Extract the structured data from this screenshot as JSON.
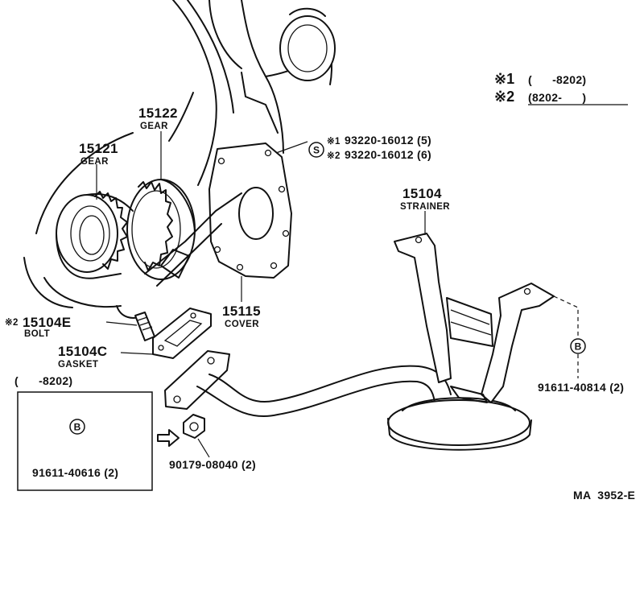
{
  "legend": {
    "line1_mark": "※1",
    "line1_range": "(      -8202)",
    "line2_mark": "※2",
    "line2_range": "(8202-      )"
  },
  "parts": {
    "gear_15122": {
      "number": "15122",
      "name": "GEAR"
    },
    "gear_15121": {
      "number": "15121",
      "name": "GEAR"
    },
    "strainer": {
      "number": "15104",
      "name": "STRAINER"
    },
    "cover": {
      "number": "15115",
      "name": "COVER"
    },
    "bolt": {
      "number": "15104E",
      "name": "BOLT",
      "mark": "※2"
    },
    "gasket": {
      "number": "15104C",
      "name": "GASKET"
    }
  },
  "screws": {
    "symbol": "S",
    "line1_mark": "※1",
    "line1": "93220-16012 (5)",
    "line2_mark": "※2",
    "line2": "93220-16012 (6)"
  },
  "strainer_bolt": {
    "symbol": "B",
    "part": "91611-40814 (2)"
  },
  "inset": {
    "range": "(      -8202)",
    "symbol": "B",
    "part": "91611-40616 (2)"
  },
  "nut": {
    "part": "90179-08040 (2)"
  },
  "figure_code": "MA  3952-E"
}
